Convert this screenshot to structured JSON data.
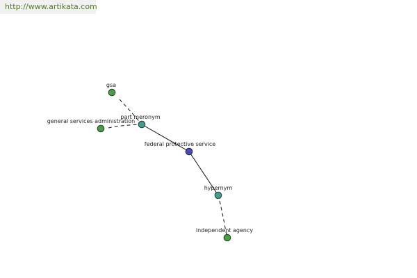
{
  "watermark": {
    "url": "http://www.artikata.com"
  },
  "colors": {
    "green_node": "#4f9a4a",
    "teal_node": "#4a9a8a",
    "blue_node": "#4a4ea6",
    "edge": "#111111"
  },
  "graph": {
    "nodes": {
      "gsa": {
        "label": "gsa",
        "kind": "term"
      },
      "general_services_administration": {
        "label": "general services administration",
        "kind": "term"
      },
      "part_meronym": {
        "label": "part meronym",
        "kind": "relation"
      },
      "federal_protective_service": {
        "label": "federal protective service",
        "kind": "focus"
      },
      "hypernym": {
        "label": "hypernym",
        "kind": "relation"
      },
      "independent_agency": {
        "label": "independent agency",
        "kind": "term"
      }
    }
  }
}
